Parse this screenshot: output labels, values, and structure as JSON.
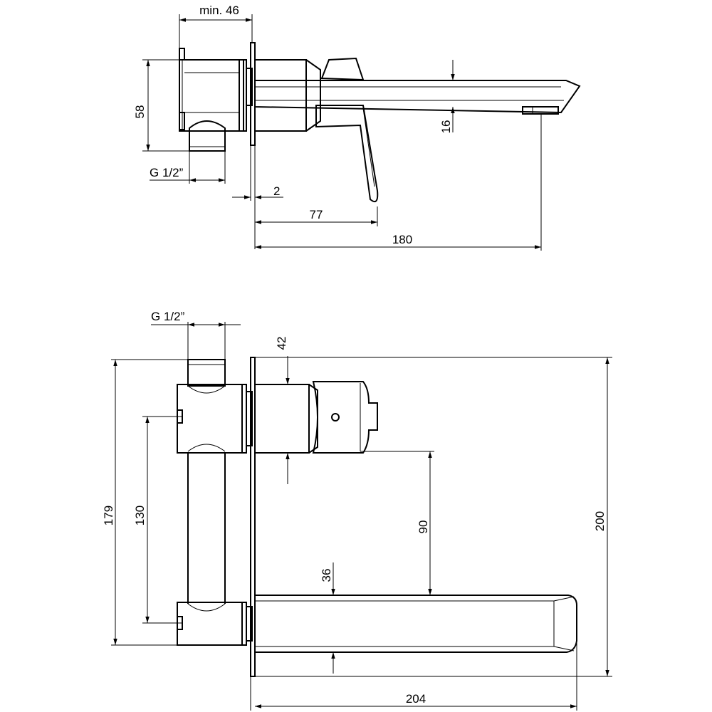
{
  "side_view": {
    "dim_min46": "min. 46",
    "dim_58": "58",
    "dim_16": "16",
    "dim_thread": "G 1/2”",
    "dim_2": "2",
    "dim_77": "77",
    "dim_180": "180"
  },
  "top_view": {
    "dim_thread": "G 1/2”",
    "dim_42": "42",
    "dim_179": "179",
    "dim_130": "130",
    "dim_90": "90",
    "dim_36": "36",
    "dim_200": "200",
    "dim_204": "204"
  }
}
